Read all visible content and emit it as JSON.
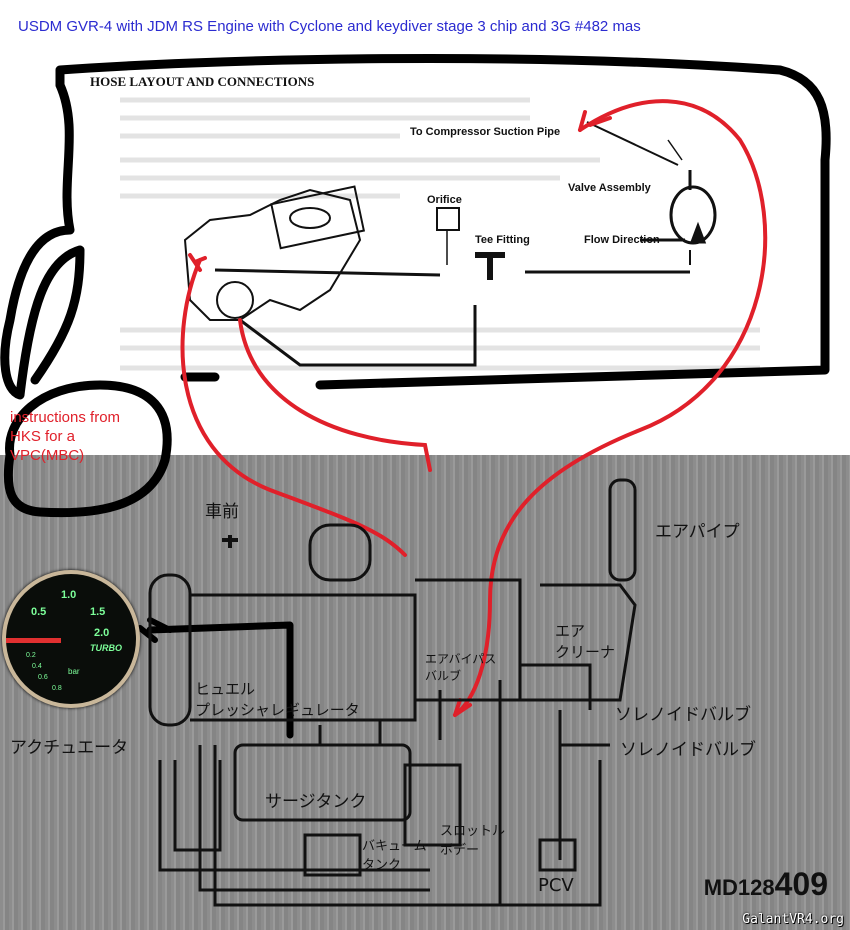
{
  "title": "USDM GVR-4 with JDM RS Engine with Cyclone and keydiver stage 3 chip and 3G #482 mas",
  "hks_doc": {
    "heading": "HOSE LAYOUT AND CONNECTIONS",
    "labels": {
      "compressor": "To Compressor Suction Pipe",
      "valve": "Valve Assembly",
      "orifice": "Orifice",
      "tee": "Tee Fitting",
      "flow": "Flow Direction"
    }
  },
  "annotation": "instructions from HKS for a VPC(MBC)",
  "gauge": {
    "ticks": [
      "0.5",
      "1.0",
      "1.5",
      "2.0"
    ],
    "vac_ticks": [
      "0.2",
      "0.4",
      "0.6",
      "0.8"
    ],
    "unit": "bar",
    "label": "TURBO",
    "accent": "#7dff9a",
    "needle": "#e03030"
  },
  "jdm_diagram": {
    "front": "車前",
    "air_pipe": "エアパイプ",
    "air_cleaner": "エア\nクリーナ",
    "air_bypass": "エアバイパス\nバルブ",
    "fuel_reg": "ヒュエル\nプレッシャレギュレータ",
    "actuator": "アクチュエータ",
    "solenoid1": "ソレノイドバルブ",
    "solenoid2": "ソレノイドバルブ",
    "surge_tank": "サージタンク",
    "vacuum_tank": "バキューム\nタンク",
    "throttle": "スロットル\nボデー",
    "pcv": "PCV",
    "code_prefix": "MD128",
    "code_suffix": "409"
  },
  "watermark": "GalantVR4.org",
  "colors": {
    "title": "#2b2bd0",
    "red_marker": "#e0202a",
    "black_marker": "#000000"
  }
}
